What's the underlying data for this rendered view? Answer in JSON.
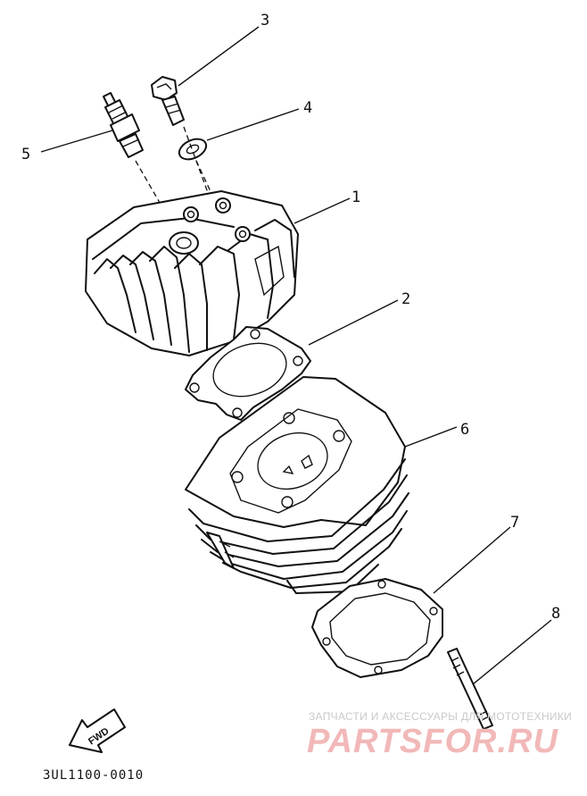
{
  "callouts": [
    "1",
    "2",
    "3",
    "4",
    "5",
    "6",
    "7",
    "8"
  ],
  "fwd_label": "FWD",
  "diagram_code": "3UL1100-0010",
  "watermark": {
    "top_text": "ЗАПЧАСТИ И АКСЕССУАРЫ ДЛЯ МОТОТЕХНИКИ",
    "main_text": "PARTSFOR.RU",
    "color": "#e05050"
  }
}
